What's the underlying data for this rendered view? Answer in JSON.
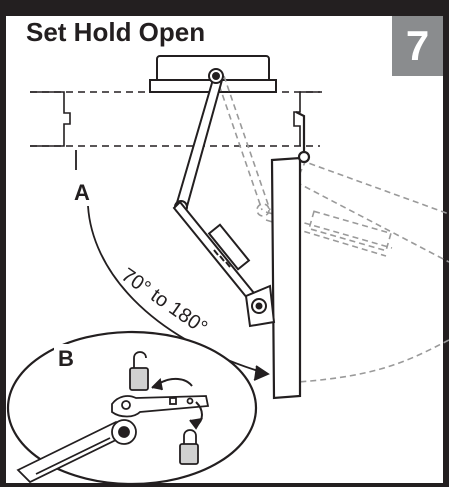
{
  "header": {
    "title": "Set Hold Open",
    "step_number": "7"
  },
  "diagram": {
    "label_a": "A",
    "angle_range": "70° to 180°",
    "label_b": "B"
  },
  "colors": {
    "frame": "#231f20",
    "badge": "#8a8c8e",
    "ghost": "#9a9a9a"
  }
}
